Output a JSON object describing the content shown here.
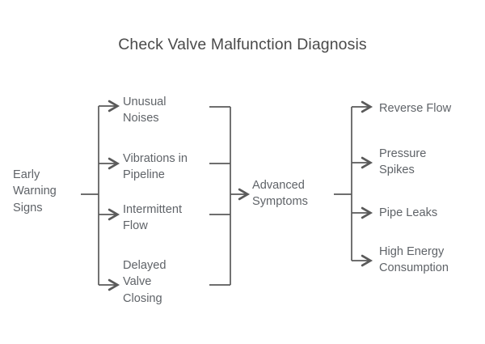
{
  "diagram": {
    "title": "Check Valve Malfunction Diagnosis",
    "type": "flow-bracket-tree",
    "background_color": "#ffffff",
    "text_color": "#5f6368",
    "title_color": "#4a4a4a",
    "line_color": "#5a5a5a",
    "root": {
      "label": "Early\nWarning\nSigns"
    },
    "stage2": {
      "items": [
        {
          "label": "Unusual\nNoises"
        },
        {
          "label": "Vibrations in\nPipeline"
        },
        {
          "label": "Intermittent\nFlow"
        },
        {
          "label": "Delayed\nValve\nClosing"
        }
      ]
    },
    "hub": {
      "label": "Advanced\nSymptoms"
    },
    "stage4": {
      "items": [
        {
          "label": "Reverse Flow"
        },
        {
          "label": "Pressure\nSpikes"
        },
        {
          "label": "Pipe Leaks"
        },
        {
          "label": "High Energy\nConsumption"
        }
      ]
    }
  }
}
